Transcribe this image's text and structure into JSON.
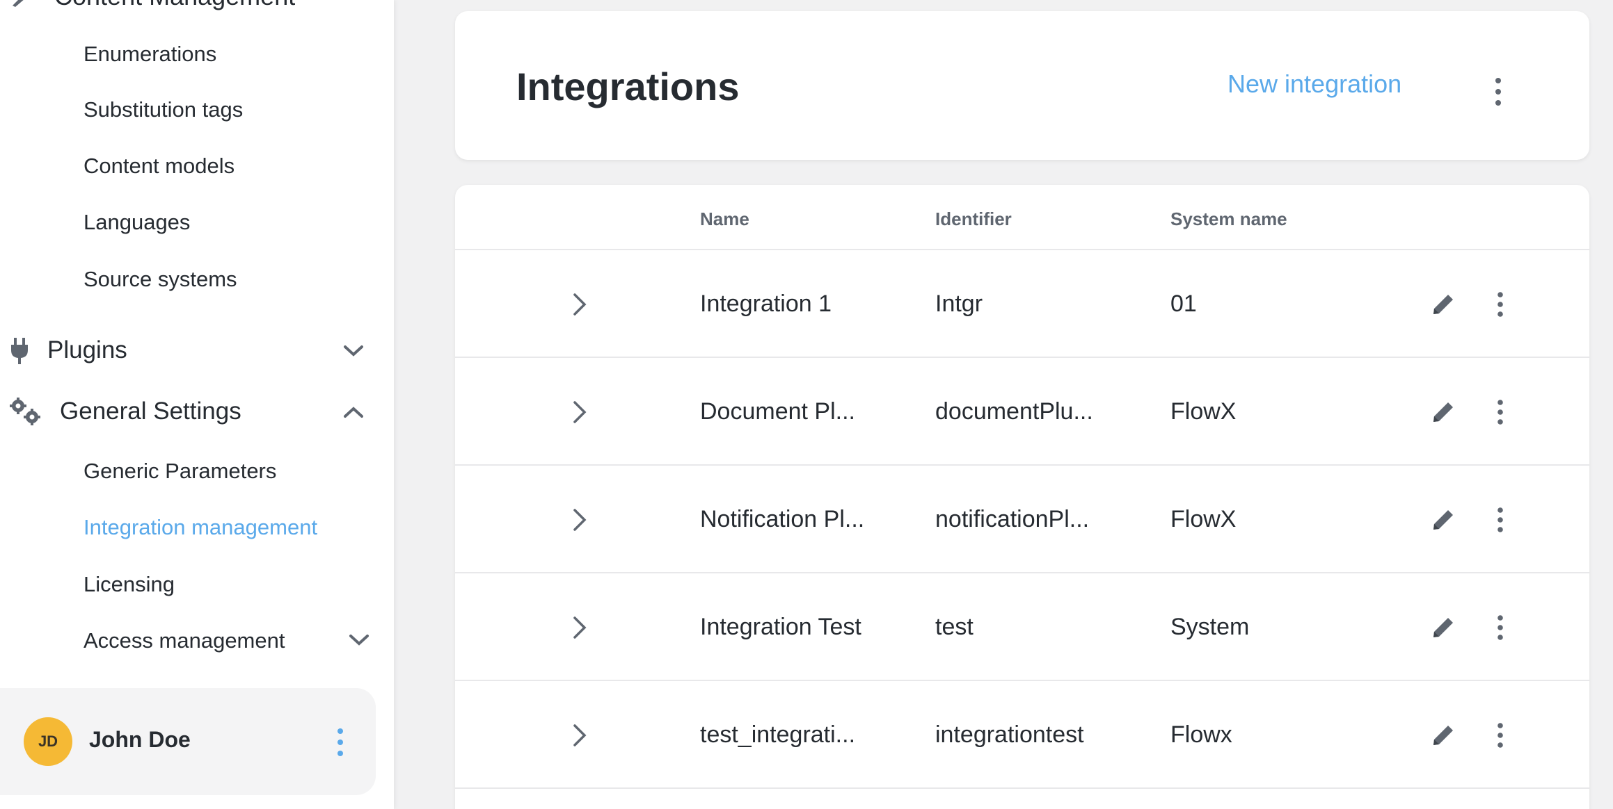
{
  "sidebar": {
    "cut_group_label": "Content Management",
    "content_items": [
      {
        "label": "Enumerations"
      },
      {
        "label": "Substitution tags"
      },
      {
        "label": "Content models"
      },
      {
        "label": "Languages"
      },
      {
        "label": "Source systems"
      }
    ],
    "plugins": {
      "label": "Plugins",
      "icon": "plug-icon",
      "expanded": false
    },
    "general_settings": {
      "label": "General Settings",
      "icon": "gears-icon",
      "expanded": true
    },
    "settings_items": [
      {
        "label": "Generic Parameters"
      },
      {
        "label": "Integration management",
        "active": true
      },
      {
        "label": "Licensing"
      },
      {
        "label": "Access management"
      }
    ]
  },
  "user": {
    "initials": "JD",
    "name": "John Doe"
  },
  "header": {
    "title": "Integrations",
    "new_button": "New integration"
  },
  "table": {
    "columns": {
      "name": "Name",
      "identifier": "Identifier",
      "system": "System name"
    },
    "rows": [
      {
        "name": "Integration 1",
        "identifier": "Intgr",
        "system": "01"
      },
      {
        "name": "Document Pl...",
        "identifier": "documentPlu...",
        "system": "FlowX"
      },
      {
        "name": "Notification Pl...",
        "identifier": "notificationPl...",
        "system": "FlowX"
      },
      {
        "name": "Integration Test",
        "identifier": "test",
        "system": "System"
      },
      {
        "name": "test_integrati...",
        "identifier": "integrationtest",
        "system": "Flowx"
      }
    ]
  },
  "colors": {
    "accent": "#5aa9ea",
    "avatar": "#f5b935",
    "text": "#262b31",
    "muted": "#5f6670"
  }
}
